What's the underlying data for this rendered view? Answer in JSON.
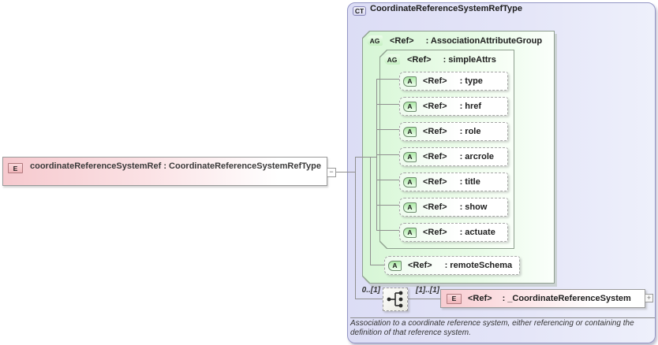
{
  "diagram": {
    "element": {
      "badge": "E",
      "label": "coordinateReferenceSystemRef : CoordinateReferenceSystemRefType",
      "collapse_glyph": "−"
    },
    "complex_type": {
      "badge": "CT",
      "name": "CoordinateReferenceSystemRefType",
      "association_group": {
        "badge": "AG",
        "ref": "<Ref>",
        "name": ": AssociationAttributeGroup",
        "simple_attrs": {
          "badge": "AG",
          "ref": "<Ref>",
          "name": ": simpleAttrs",
          "attributes": [
            {
              "badge": "A",
              "ref": "<Ref>",
              "name": ": type"
            },
            {
              "badge": "A",
              "ref": "<Ref>",
              "name": ": href"
            },
            {
              "badge": "A",
              "ref": "<Ref>",
              "name": ": role"
            },
            {
              "badge": "A",
              "ref": "<Ref>",
              "name": ": arcrole"
            },
            {
              "badge": "A",
              "ref": "<Ref>",
              "name": ": title"
            },
            {
              "badge": "A",
              "ref": "<Ref>",
              "name": ": show"
            },
            {
              "badge": "A",
              "ref": "<Ref>",
              "name": ": actuate"
            }
          ]
        },
        "remote_schema": {
          "badge": "A",
          "ref": "<Ref>",
          "name": ": remoteSchema"
        }
      },
      "sequence": {
        "cardinality_left": "0..[1]",
        "cardinality_right": "[1]..[1]",
        "element_ref": {
          "badge": "E",
          "ref": "<Ref>",
          "name": ": _CoordinateReferenceSystem"
        },
        "expand_glyph": "+"
      },
      "annotation": "Association to a coordinate reference system, either referencing or containing the definition of that reference system."
    },
    "colors": {
      "complex_type_fill": "#dcddf5",
      "group_fill": "#d7f6d6",
      "element_fill": "#f6c9ce",
      "connector": "#8f8f8f"
    }
  }
}
